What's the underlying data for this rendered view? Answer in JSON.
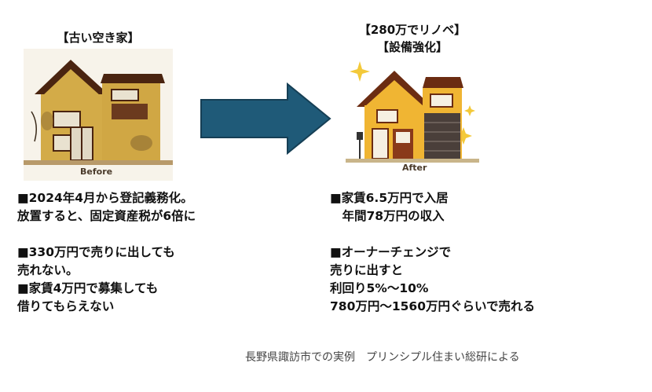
{
  "before": {
    "heading": "【古い空き家】",
    "tag": "Before",
    "lines": [
      "■2024年4月から登記義務化。",
      "放置すると、固定資産税が6倍に",
      "",
      "■330万円で売りに出しても",
      "売れない。",
      "■家賃4万円で募集しても",
      "借りてもらえない"
    ]
  },
  "after": {
    "heading_line1": "【280万でリノベ】",
    "heading_line2": "【設備強化】",
    "tag": "After",
    "lines": [
      "■家賃6.5万円で入居",
      "　年間78万円の収入",
      "",
      "■オーナーチェンジで",
      "売りに出すと",
      "利回り5%～10%",
      "780万円～1560万円ぐらいで売れる"
    ]
  },
  "footer": "長野県諏訪市での実例　プリンシプル住まい総研による",
  "colors": {
    "arrow": "#1f5a78",
    "arrow_border": "#163f55",
    "wall": "#d9b24a",
    "roof": "#5a2a12"
  }
}
